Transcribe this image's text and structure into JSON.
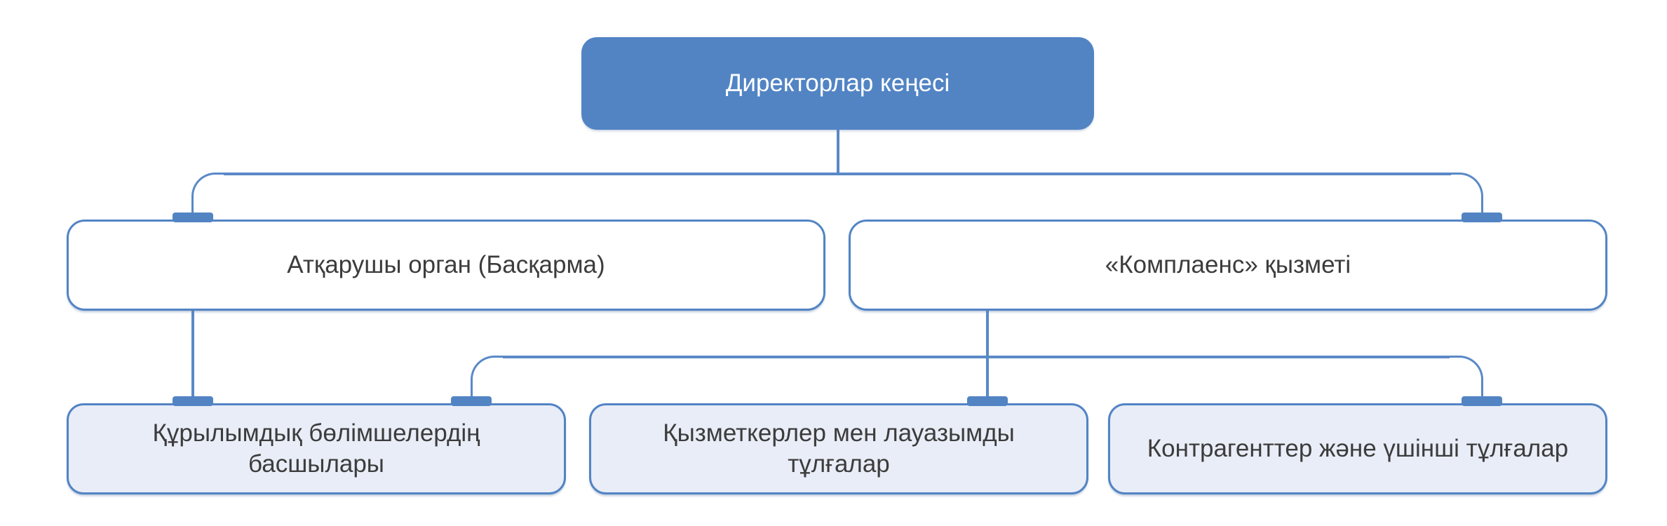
{
  "diagram": {
    "type": "org-chart",
    "language": "kk",
    "colors": {
      "accent": "#5284c4",
      "line": "#5a89c7",
      "leaf_fill": "#e9edf7",
      "text_dark": "#3c3c3c",
      "text_light": "#ffffff"
    },
    "nodes": {
      "board": {
        "label": "Директорлар кеңесі",
        "level": 1
      },
      "executive": {
        "label": "Атқарушы орган (Басқарма)",
        "level": 2
      },
      "compliance": {
        "label": "«Комплаенс» қызметі",
        "level": 2
      },
      "dept_heads": {
        "label": "Құрылымдық бөлімшелердің\nбасшылары",
        "level": 3
      },
      "employees": {
        "label": "Қызметкерлер мен лауазымды\nтұлғалар",
        "level": 3
      },
      "counterparties": {
        "label": "Контрагенттер және үшінші тұлғалар",
        "level": 3
      }
    },
    "edges": [
      {
        "from": "board",
        "to": "executive"
      },
      {
        "from": "board",
        "to": "compliance"
      },
      {
        "from": "executive",
        "to": "dept_heads"
      },
      {
        "from": "compliance",
        "to": "dept_heads"
      },
      {
        "from": "compliance",
        "to": "employees"
      },
      {
        "from": "compliance",
        "to": "counterparties"
      }
    ]
  }
}
